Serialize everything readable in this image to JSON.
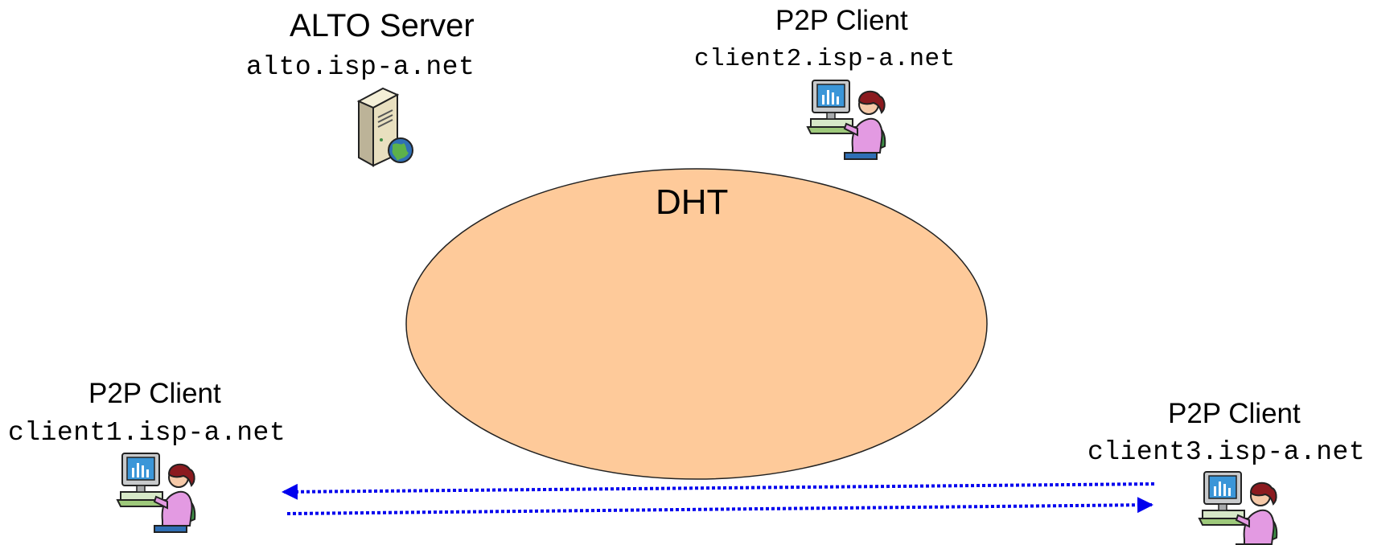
{
  "alto_server": {
    "title": "ALTO Server",
    "host": "alto.isp-a.net",
    "icon": "server-icon"
  },
  "dht": {
    "label": "DHT",
    "fill": "#FECA9A"
  },
  "clients": [
    {
      "title": "P2P Client",
      "host": "client1.isp-a.net",
      "icon": "user-at-computer-icon"
    },
    {
      "title": "P2P Client",
      "host": "client2.isp-a.net",
      "icon": "user-at-computer-icon"
    },
    {
      "title": "P2P Client",
      "host": "client3.isp-a.net",
      "icon": "user-at-computer-icon"
    }
  ],
  "arrow_color": "#0000EE"
}
